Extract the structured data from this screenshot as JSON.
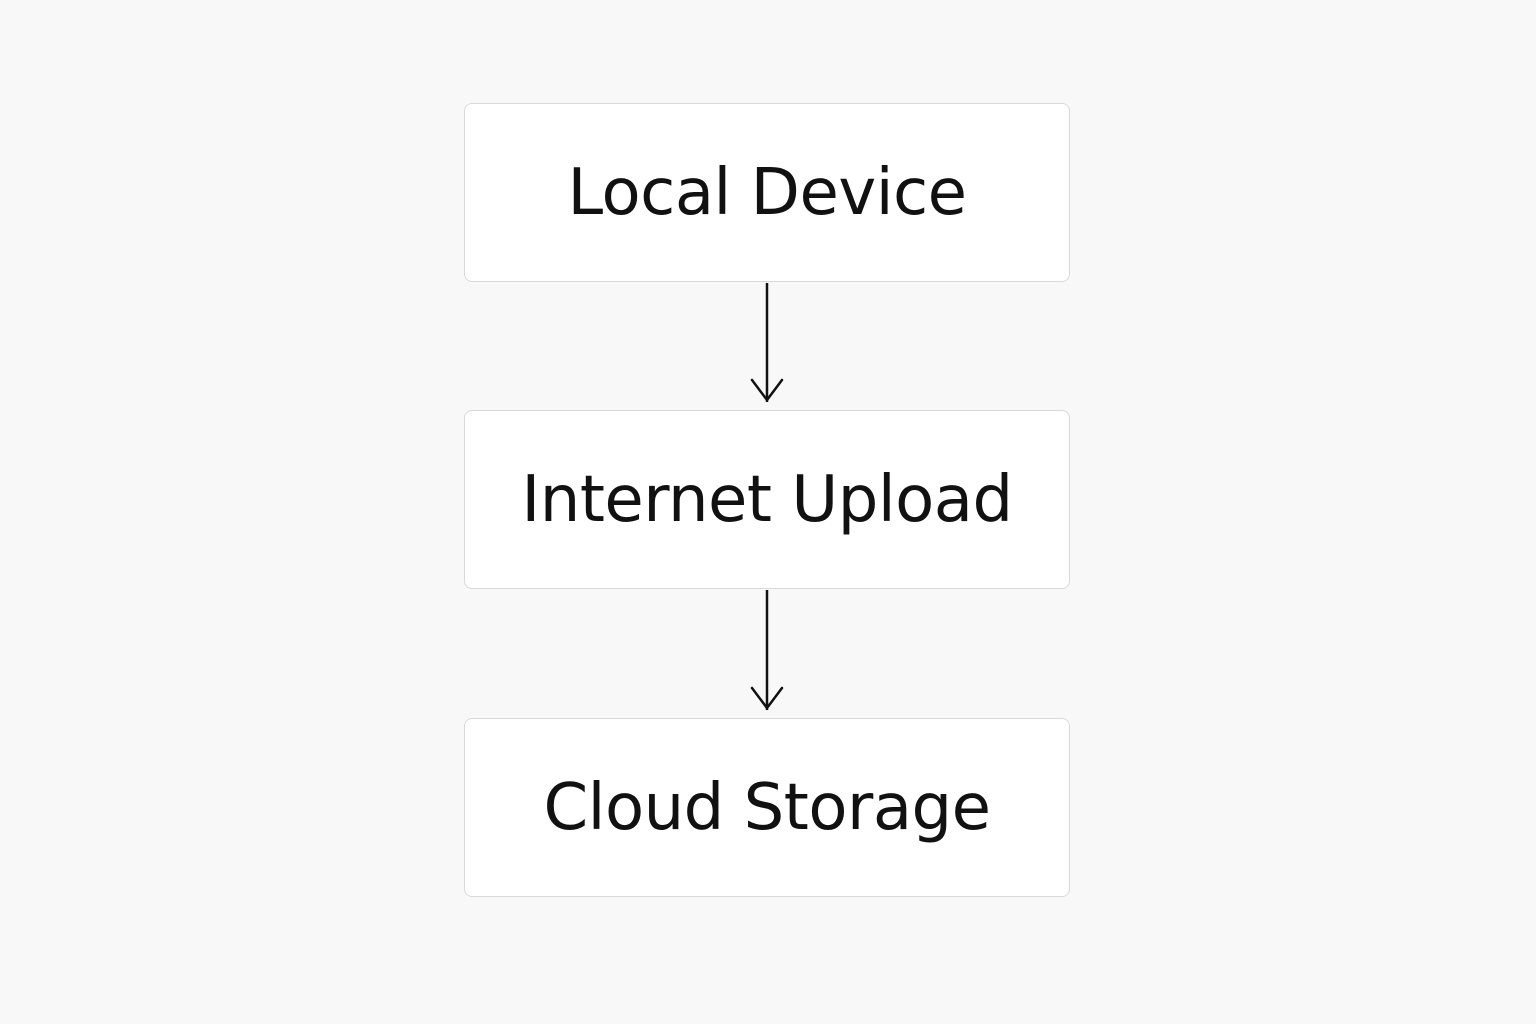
{
  "diagram": {
    "nodes": [
      {
        "id": "local-device",
        "label": "Local Device"
      },
      {
        "id": "internet-upload",
        "label": "Internet Upload"
      },
      {
        "id": "cloud-storage",
        "label": "Cloud Storage"
      }
    ],
    "edges": [
      {
        "from": "local-device",
        "to": "internet-upload"
      },
      {
        "from": "internet-upload",
        "to": "cloud-storage"
      }
    ],
    "colors": {
      "background": "#f8f8f8",
      "node_fill": "#ffffff",
      "node_border": "#d9d9d9",
      "text": "#111111",
      "arrow": "#111111"
    }
  }
}
